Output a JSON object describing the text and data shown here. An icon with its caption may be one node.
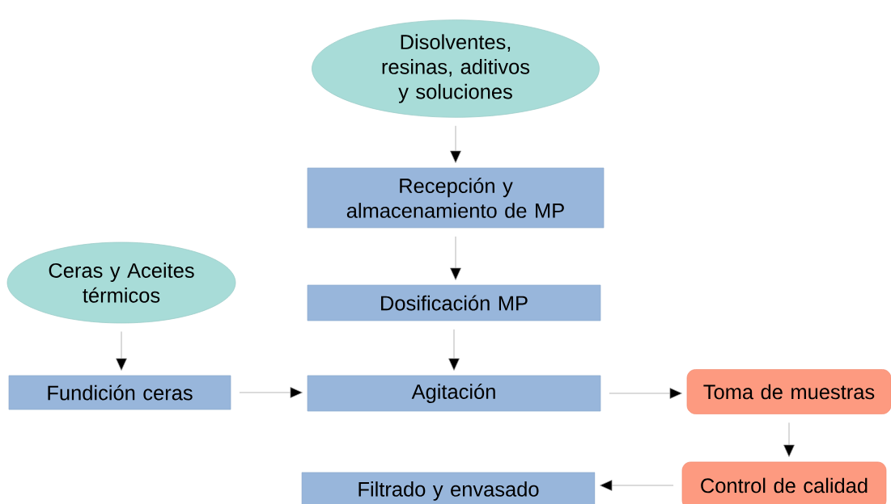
{
  "diagram": {
    "nodes": [
      {
        "text": [
          "Disolventes, resinas, aditivos y soluciones"
        ]
      },
      {
        "text": [
          "Recepción y almacenamiento de MP"
        ]
      },
      {
        "text": [
          "Dosificación MP"
        ]
      },
      {
        "text": [
          "Ceras y Aceites térmicos"
        ]
      },
      {
        "text": [
          "Fundición ceras"
        ]
      },
      {
        "text": [
          "Agitación"
        ]
      },
      {
        "text": [
          "Toma de muestras"
        ]
      },
      {
        "text": [
          "Control de calidad"
        ]
      },
      {
        "text": [
          "Filtrado y envasado"
        ]
      }
    ],
    "edges": [
      {
        "from": 0,
        "to": 1,
        "arrow": "to"
      },
      {
        "from": 1,
        "to": 2,
        "arrow": "to"
      },
      {
        "from": 2,
        "to": 5,
        "arrow": "to"
      },
      {
        "from": 3,
        "to": 4,
        "arrow": "to"
      },
      {
        "from": 4,
        "to": 5,
        "arrow": "to"
      },
      {
        "from": 5,
        "to": 6,
        "arrow": "to"
      },
      {
        "from": 6,
        "to": 7,
        "arrow": "to"
      },
      {
        "from": 7,
        "to": 8,
        "arrow": "to"
      }
    ]
  }
}
